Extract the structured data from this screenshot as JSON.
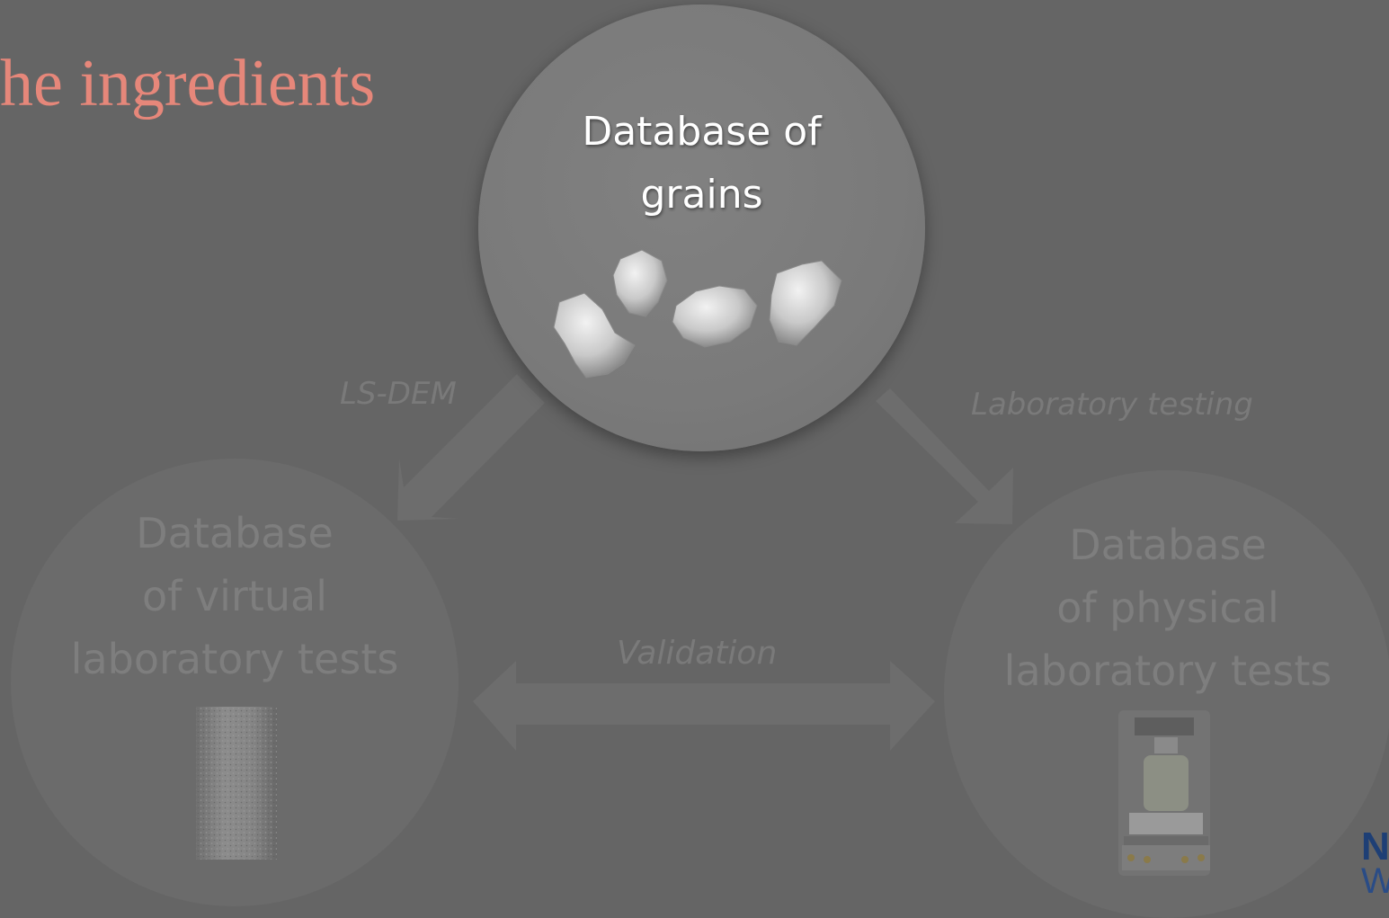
{
  "slide": {
    "title": "he ingredients",
    "colors": {
      "background": "#656565",
      "title": "#e6877a",
      "highlight_text": "#ffffff",
      "dim_text": "#7e7e7e",
      "logo": "#1e3f75"
    }
  },
  "nodes": {
    "top": {
      "label": "Database of\ngrains",
      "image": "grain-particles"
    },
    "left": {
      "label": "Database\nof virtual\nlaboratory tests",
      "image": "virtual-specimen-cylinder"
    },
    "right": {
      "label": "Database\nof physical\nlaboratory tests",
      "image": "triaxial-test-apparatus"
    }
  },
  "edges": {
    "lsdem": "LS-DEM",
    "lab": "Laboratory testing",
    "validation": "Validation"
  },
  "logo": {
    "line1": "N",
    "line2": "W"
  }
}
